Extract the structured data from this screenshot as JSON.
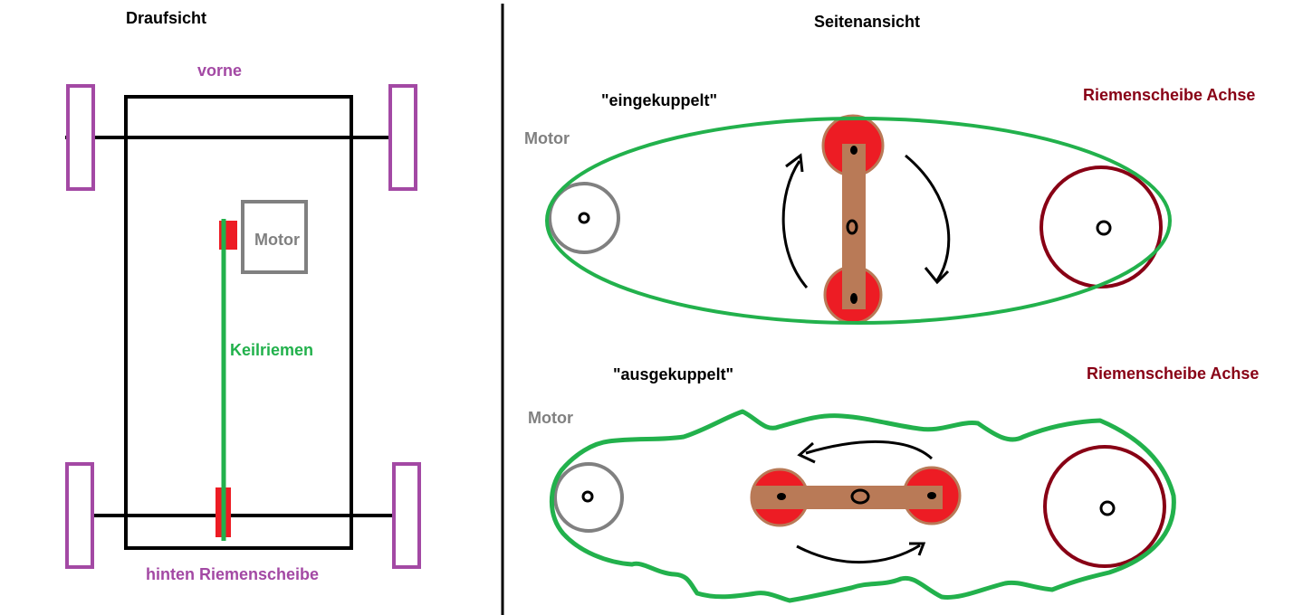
{
  "top_view": {
    "title": "Draufsicht",
    "front_label": "vorne",
    "rear_label": "hinten Riemenscheibe",
    "motor_label": "Motor",
    "belt_label": "Keilriemen"
  },
  "side_view": {
    "title": "Seitenansicht",
    "engaged": {
      "state_label": "\"eingekuppelt\"",
      "motor_label": "Motor",
      "axle_pulley_label": "Riemenscheibe Achse"
    },
    "disengaged": {
      "state_label": "\"ausgekuppelt\"",
      "motor_label": "Motor",
      "axle_pulley_label": "Riemenscheibe Achse"
    }
  },
  "colors": {
    "frame": "#000000",
    "wheel": "#a349a4",
    "motor": "#808080",
    "belt": "#22b14c",
    "pulley": "#ed1c24",
    "tension_arm": "#b97a57",
    "axle_pulley": "#880015"
  }
}
